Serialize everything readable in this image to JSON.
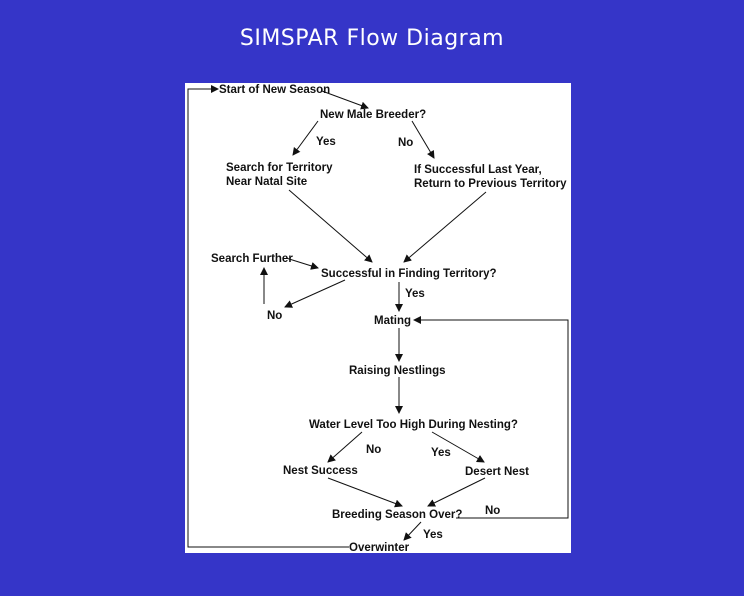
{
  "slide": {
    "title": "SIMSPAR Flow Diagram"
  },
  "colors": {
    "background": "#3535c8",
    "panel": "#ffffff",
    "ink": "#111111",
    "title": "#ffffff"
  },
  "nodes": {
    "start": "Start of New Season",
    "new_male": "New Male Breeder?",
    "search_natal_1": "Search for Territory",
    "search_natal_2": "Near Natal Site",
    "if_successful_1": "If Successful Last Year,",
    "if_successful_2": "Return to Previous Territory",
    "search_further": "Search Further",
    "successful_finding": "Successful in Finding Territory?",
    "mating": "Mating",
    "raising": "Raising Nestlings",
    "water_level": "Water Level Too High During Nesting?",
    "nest_success": "Nest Success",
    "desert_nest": "Desert Nest",
    "breeding_over": "Breeding Season Over?",
    "overwinter": "Overwinter"
  },
  "labels": {
    "yes_new_male": "Yes",
    "no_new_male": "No",
    "yes_territory": "Yes",
    "no_territory": "No",
    "no_water": "No",
    "yes_water": "Yes",
    "no_breeding": "No",
    "yes_breeding": "Yes"
  }
}
